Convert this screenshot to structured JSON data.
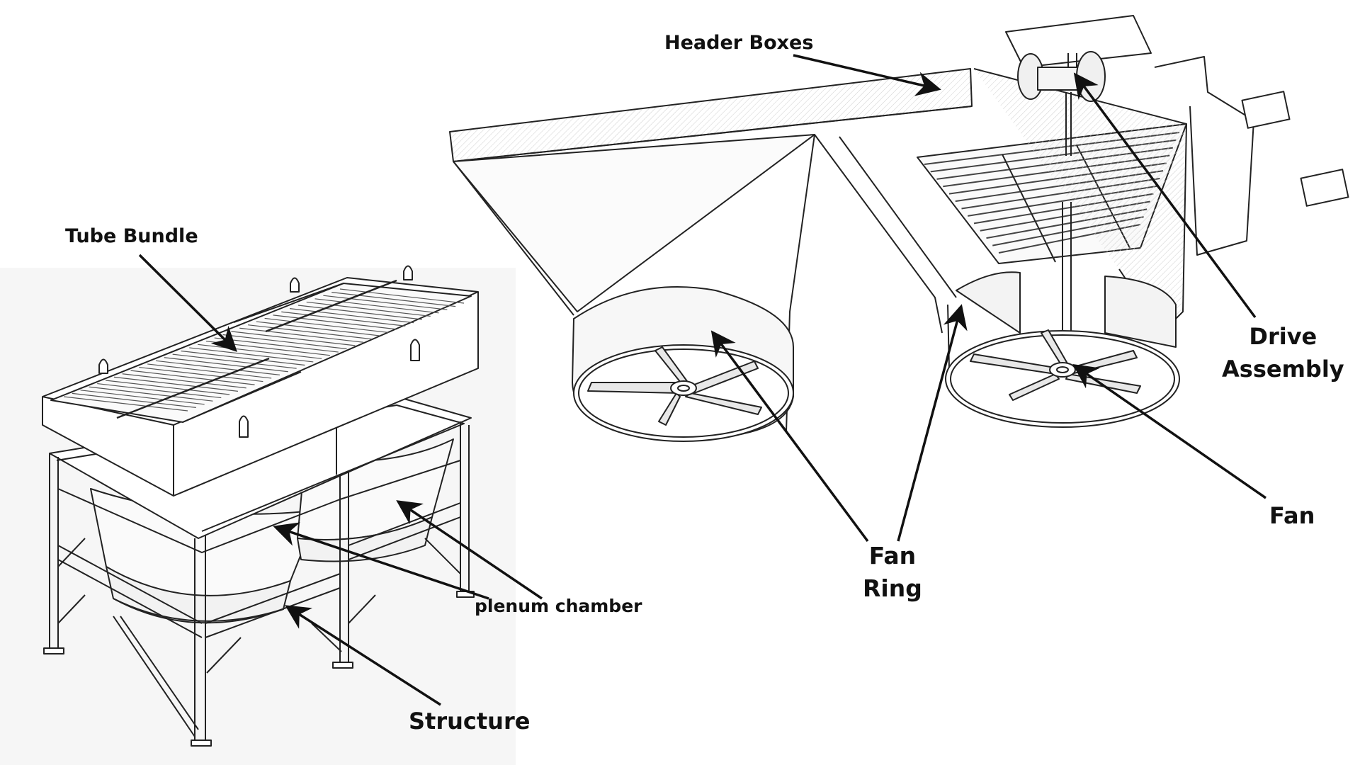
{
  "title": "Air-Cooled Heat Exchanger Components",
  "colors": {
    "ink": "#111111",
    "line": "#2a2a2a",
    "shade": "#d9d9d9",
    "panel": "#f6f6f6",
    "background": "#ffffff"
  },
  "drawings": [
    {
      "name": "fin-fan-structure-isometric",
      "description": "Tube bundle lifted above a steel frame structure housing two plenum chambers"
    },
    {
      "name": "forced-draft-fan-assembly",
      "description": "Header boxes and tube bundle with two plenum hoppers, fan rings, fans and a drive assembly"
    }
  ],
  "labels": {
    "header_boxes": "Header Boxes",
    "tube_bundle": "Tube Bundle",
    "plenum_chamber": "plenum chamber",
    "structure": "Structure",
    "drive_assembly_line1": "Drive",
    "drive_assembly_line2": "Assembly",
    "fan": "Fan",
    "fan_ring_line1": "Fan",
    "fan_ring_line2": "Ring"
  }
}
